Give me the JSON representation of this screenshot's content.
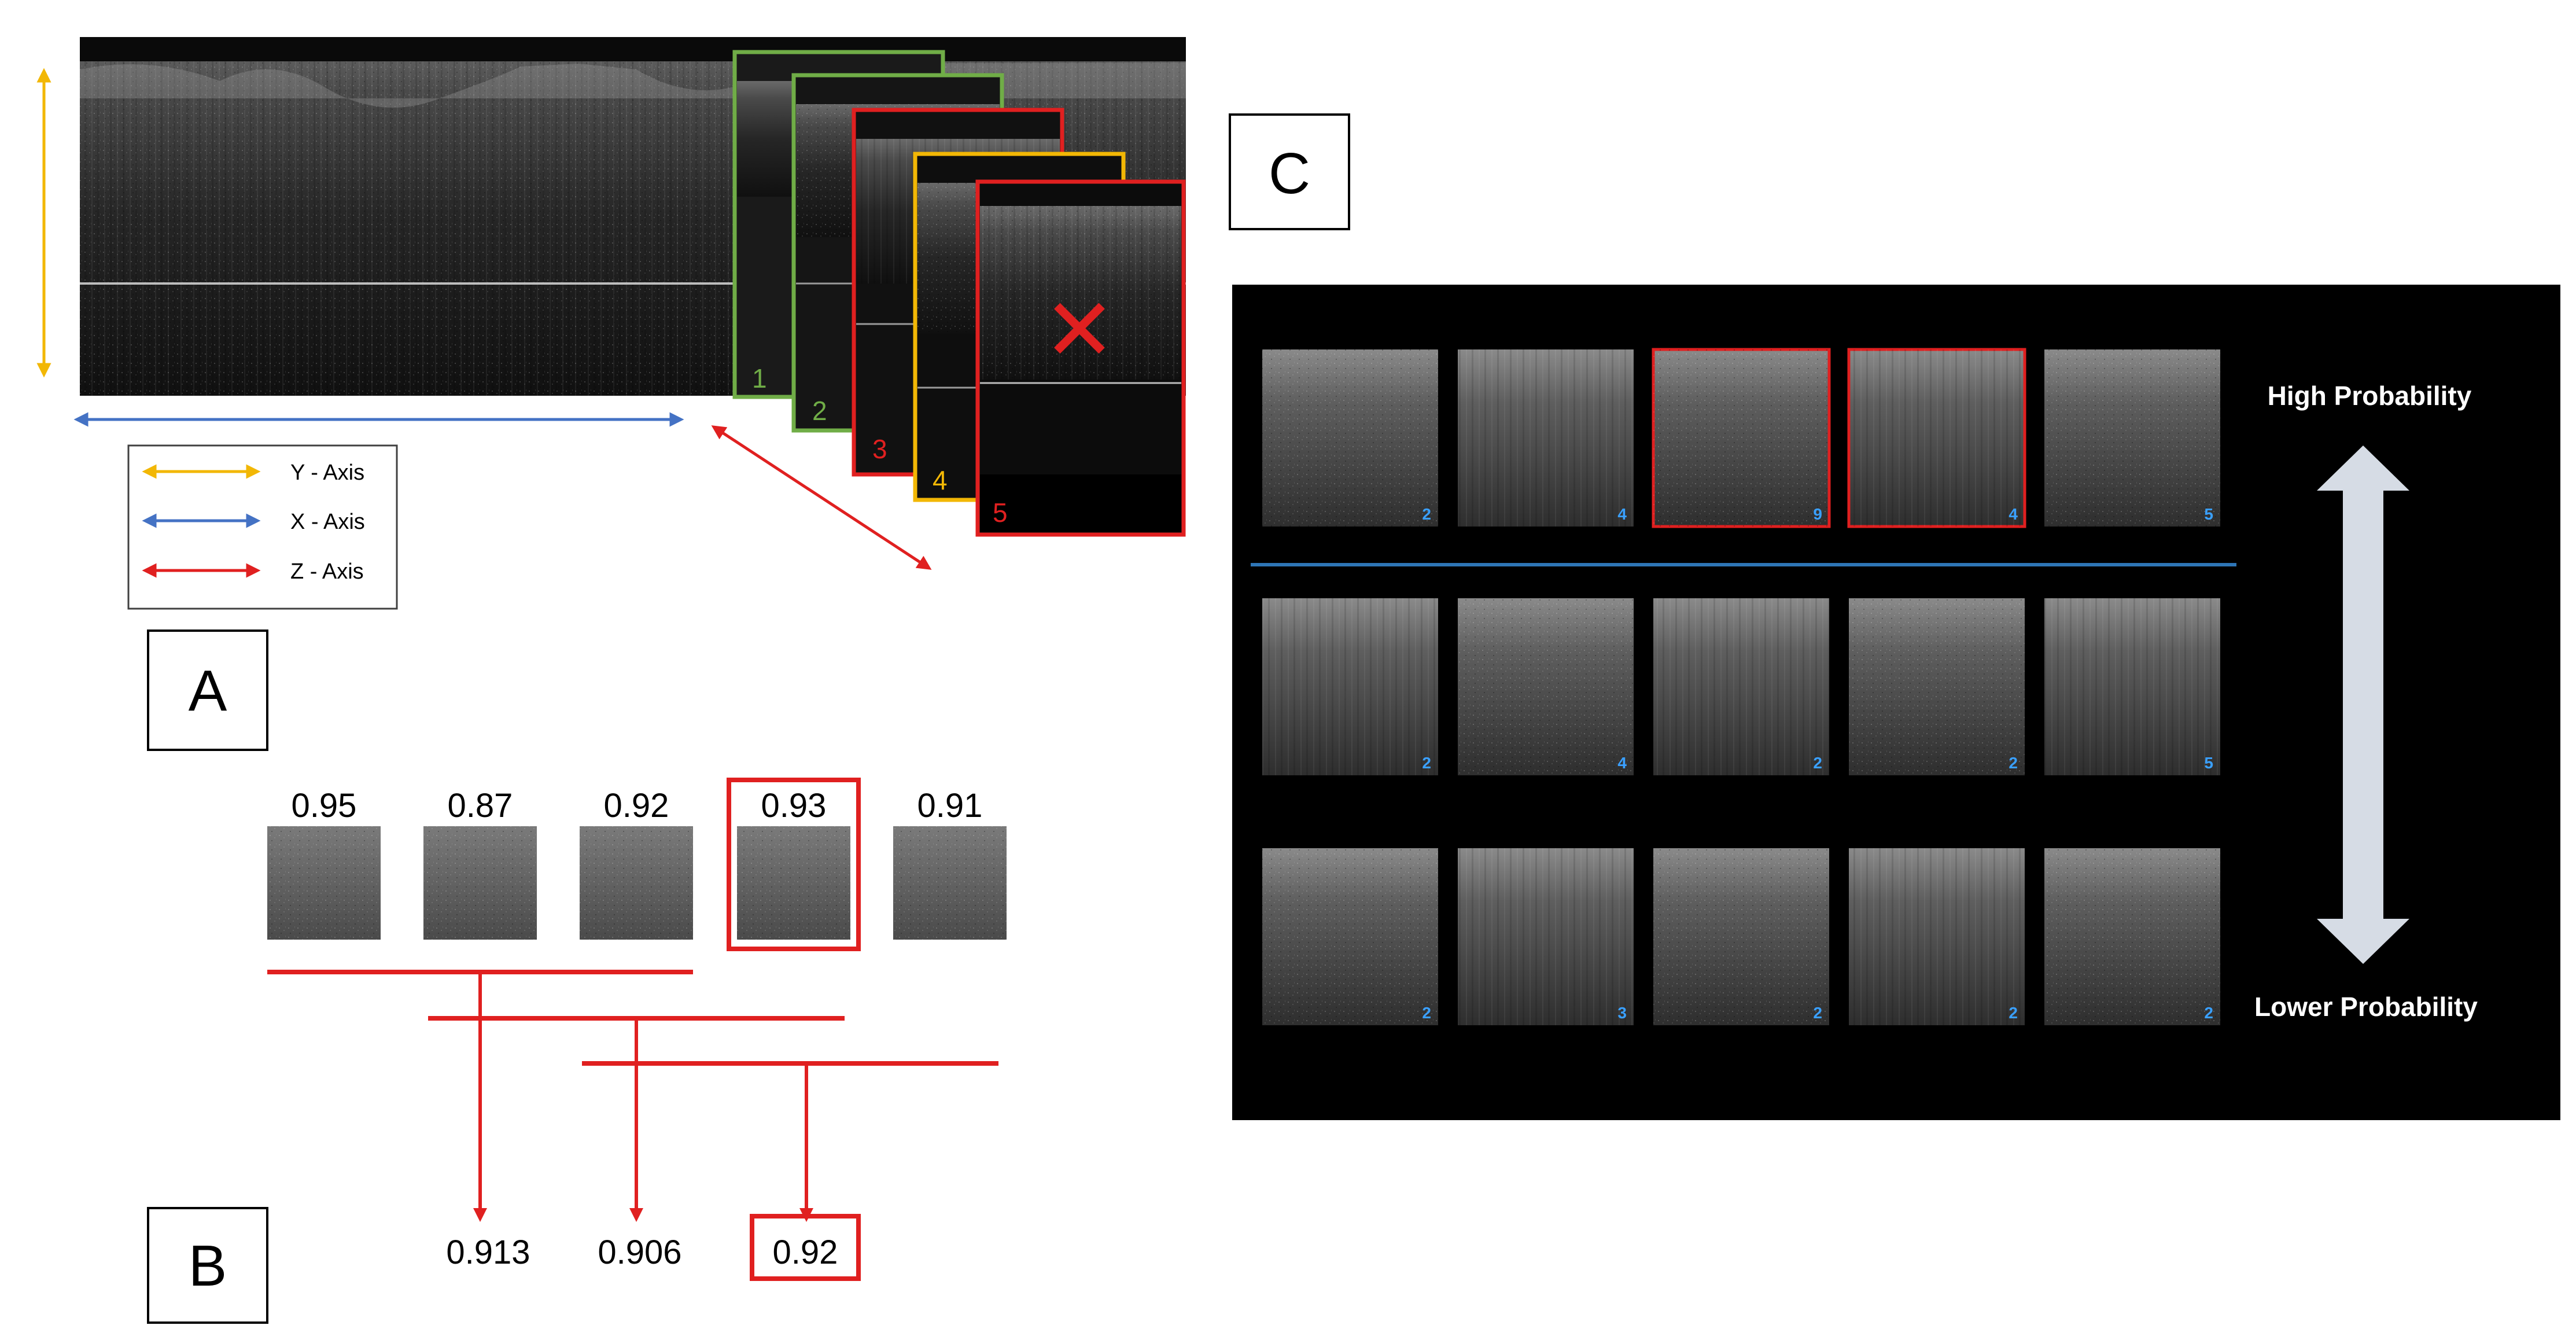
{
  "panels": {
    "a": "A",
    "b": "B",
    "c": "C"
  },
  "panel_a": {
    "legend": [
      {
        "label": "Y - Axis",
        "color": "#f2b705"
      },
      {
        "label": "X - Axis",
        "color": "#4472c4"
      },
      {
        "label": "Z - Axis",
        "color": "#e02020"
      }
    ],
    "frames": [
      {
        "number": "1",
        "status": "accepted",
        "color": "#70ad47"
      },
      {
        "number": "2",
        "status": "accepted",
        "color": "#70ad47"
      },
      {
        "number": "3",
        "status": "rejected",
        "color": "#e02020"
      },
      {
        "number": "4",
        "status": "warning",
        "color": "#f2b705"
      },
      {
        "number": "5",
        "status": "rejected",
        "color": "#e02020"
      }
    ],
    "reject_mark": "✕"
  },
  "panel_b": {
    "scores": [
      "0.95",
      "0.87",
      "0.92",
      "0.93",
      "0.91"
    ],
    "highlighted_score_index": 3,
    "window_averages": [
      "0.913",
      "0.906",
      "0.92"
    ],
    "highlighted_average_index": 2,
    "highlight_color": "#e02020"
  },
  "panel_c": {
    "high_label": "High Probability",
    "low_label": "Lower Probability",
    "rows": [
      {
        "tiles": [
          {
            "num": "2",
            "flagged": false
          },
          {
            "num": "4",
            "flagged": false
          },
          {
            "num": "9",
            "flagged": true
          },
          {
            "num": "4",
            "flagged": true
          },
          {
            "num": "5",
            "flagged": false
          }
        ]
      },
      {
        "tiles": [
          {
            "num": "2",
            "flagged": false
          },
          {
            "num": "4",
            "flagged": false
          },
          {
            "num": "2",
            "flagged": false
          },
          {
            "num": "2",
            "flagged": false
          },
          {
            "num": "5",
            "flagged": false
          }
        ]
      },
      {
        "tiles": [
          {
            "num": "2",
            "flagged": false
          },
          {
            "num": "3",
            "flagged": false
          },
          {
            "num": "2",
            "flagged": false
          },
          {
            "num": "2",
            "flagged": false
          },
          {
            "num": "2",
            "flagged": false
          }
        ]
      }
    ],
    "separator_color": "#2e75b6",
    "flag_color": "#e02020",
    "arrow_color": "#d6dce5"
  }
}
